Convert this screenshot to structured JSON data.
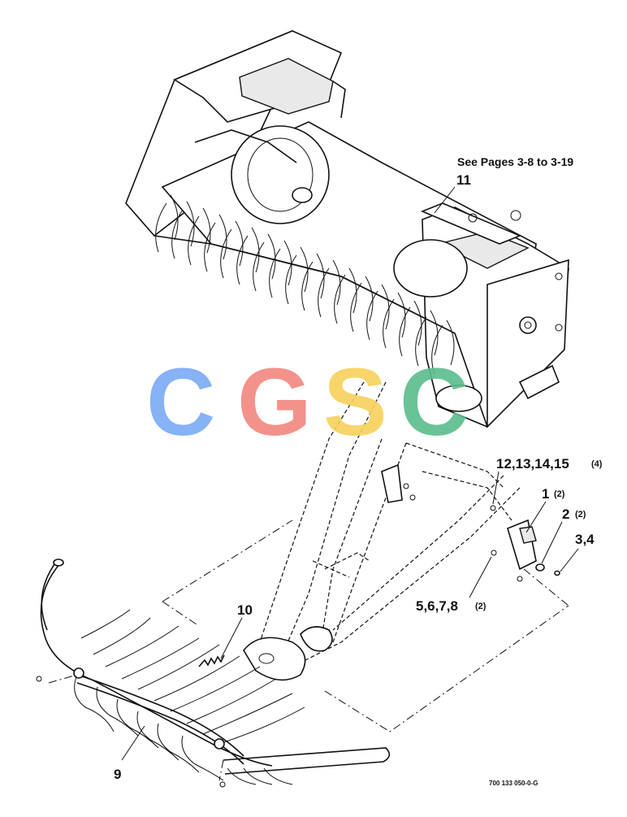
{
  "watermark": {
    "letters": [
      "C",
      "G",
      "S",
      "C"
    ],
    "colors": [
      "#7aaaf6",
      "#f2877f",
      "#f8d15a",
      "#59bd8c"
    ]
  },
  "labels": {
    "note": "See Pages 3-8 to 3-19",
    "callout_11": "11",
    "callout_12_15": "12,13,14,15",
    "qty_12_15": "(4)",
    "callout_1": "1",
    "qty_1": "(2)",
    "callout_2": "2",
    "qty_2": "(2)",
    "callout_3_4": "3,4",
    "callout_5_8": "5,6,7,8",
    "qty_5_8": "(2)",
    "callout_10": "10",
    "callout_9": "9",
    "drawing_number": "700 133 050-0-G"
  }
}
